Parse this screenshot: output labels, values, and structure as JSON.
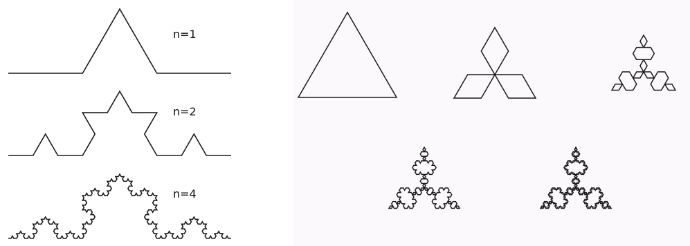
{
  "left_panel": {
    "curves": [
      {
        "iterations": 1,
        "label": "n=1"
      },
      {
        "iterations": 2,
        "label": "n=2"
      },
      {
        "iterations": 4,
        "label": "n=4"
      }
    ]
  },
  "right_panel": {
    "snowflakes": [
      {
        "iterations": 0
      },
      {
        "iterations": 1
      },
      {
        "iterations": 2
      },
      {
        "iterations": 3
      },
      {
        "iterations": 4
      }
    ]
  },
  "colors": {
    "stroke": "#1a1a1a",
    "right_background": "#fcf9fc",
    "left_background": "#ffffff"
  }
}
